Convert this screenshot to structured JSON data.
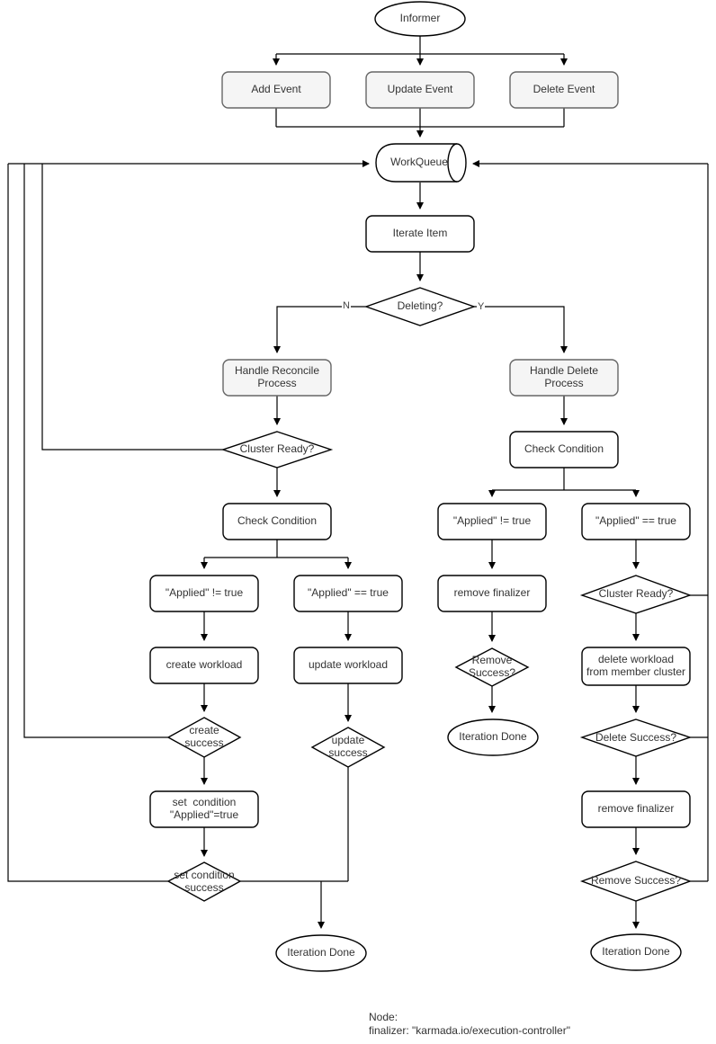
{
  "nodes": {
    "informer": {
      "label": "Informer"
    },
    "add_event": {
      "label": "Add Event"
    },
    "update_event": {
      "label": "Update Event"
    },
    "delete_event": {
      "label": "Delete Event"
    },
    "workqueue": {
      "label": "WorkQueue"
    },
    "iterate_item": {
      "label": "Iterate Item"
    },
    "deleting": {
      "label": "Deleting?"
    },
    "handle_reconcile": {
      "label": "Handle Reconcile\nProcess"
    },
    "cluster_ready_left": {
      "label": "Cluster Ready?"
    },
    "check_condition_left": {
      "label": "Check Condition"
    },
    "applied_ne_left": {
      "label": "\"Applied\" != true"
    },
    "applied_eq_left": {
      "label": "\"Applied\" == true"
    },
    "create_workload": {
      "label": "create workload"
    },
    "update_workload": {
      "label": "update workload"
    },
    "create_success": {
      "label": "create\nsuccess"
    },
    "update_success": {
      "label": "update\nsuccess"
    },
    "set_condition": {
      "label": "set  condition\n\"Applied\"=true"
    },
    "set_condition_success": {
      "label": "set condition\nsuccess"
    },
    "iteration_done_left": {
      "label": "Iteration Done"
    },
    "handle_delete": {
      "label": "Handle Delete\nProcess"
    },
    "check_condition_right": {
      "label": "Check Condition"
    },
    "applied_ne_right": {
      "label": "\"Applied\" != true"
    },
    "applied_eq_right": {
      "label": "\"Applied\" == true"
    },
    "remove_finalizer_mid": {
      "label": "remove finalizer"
    },
    "remove_success_mid": {
      "label": "Remove\nSuccess?"
    },
    "iteration_done_mid": {
      "label": "Iteration Done"
    },
    "cluster_ready_right": {
      "label": "Cluster Ready?"
    },
    "delete_workload": {
      "label": "delete workload\nfrom member cluster"
    },
    "delete_success": {
      "label": "Delete Success?"
    },
    "remove_finalizer_right": {
      "label": "remove finalizer"
    },
    "remove_success_right": {
      "label": "Remove Success?"
    },
    "iteration_done_right": {
      "label": "Iteration Done"
    }
  },
  "edge_labels": {
    "no": "N",
    "yes": "Y"
  },
  "note": "Node:\nfinalizer: \"karmada.io/execution-controller\"",
  "colors": {
    "event_box_fill": "#f5f5f5",
    "event_box_stroke": "#666666",
    "shape_stroke": "#000000",
    "text": "#333333",
    "background": "#ffffff"
  }
}
